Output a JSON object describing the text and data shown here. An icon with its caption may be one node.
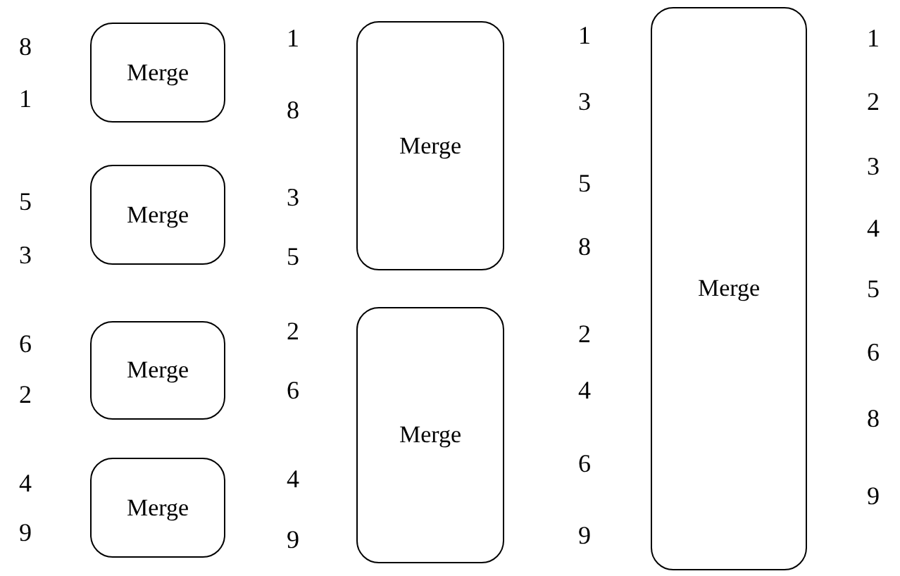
{
  "diagram": {
    "nodes": [
      {
        "text": [
          "Merge"
        ]
      },
      {
        "text": [
          "Merge"
        ]
      },
      {
        "text": [
          "Merge"
        ]
      },
      {
        "text": [
          "Merge"
        ]
      },
      {
        "text": [
          "Merge"
        ]
      },
      {
        "text": [
          "Merge"
        ]
      },
      {
        "text": [
          "Merge"
        ]
      }
    ],
    "labels": [
      "8",
      "1",
      "5",
      "3",
      "6",
      "2",
      "4",
      "9",
      "1",
      "8",
      "3",
      "5",
      "2",
      "6",
      "4",
      "9",
      "1",
      "3",
      "5",
      "8",
      "2",
      "4",
      "6",
      "9",
      "1",
      "2",
      "3",
      "4",
      "5",
      "6",
      "8",
      "9"
    ]
  }
}
